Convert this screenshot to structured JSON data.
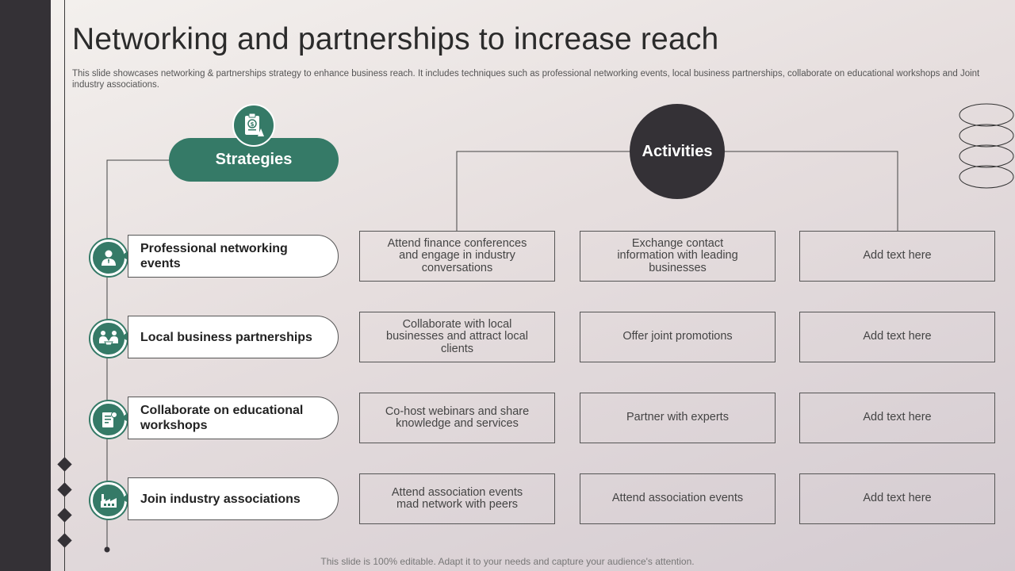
{
  "title": "Networking and partnerships to increase reach",
  "subtitle": "This slide showcases networking & partnerships strategy to enhance business reach. It includes techniques such as professional networking events, local business partnerships, collaborate on educational workshops and Joint industry associations.",
  "strategies_heading": "Strategies",
  "activities_heading": "Activities",
  "rows": [
    {
      "strategy": "Professional networking events",
      "icon": "businessman-icon",
      "activities": [
        "Attend finance conferences and engage in industry conversations",
        "Exchange contact information with leading businesses",
        "Add text here"
      ]
    },
    {
      "strategy": "Local business partnerships",
      "icon": "handshake-icon",
      "activities": [
        "Collaborate with local businesses and attract local clients",
        "Offer joint promotions",
        "Add text here"
      ]
    },
    {
      "strategy": "Collaborate on educational workshops",
      "icon": "workshop-icon",
      "activities": [
        "Co-host webinars and share knowledge and services",
        "Partner with experts",
        "Add text here"
      ]
    },
    {
      "strategy": "Join industry associations",
      "icon": "factory-icon",
      "activities": [
        "Attend association events mad network with peers",
        "Attend association events",
        "Add text here"
      ]
    }
  ],
  "footer": "This slide is 100% editable. Adapt it to your needs and capture your audience's attention.",
  "colors": {
    "accent": "#357a67",
    "dark": "#343136"
  }
}
